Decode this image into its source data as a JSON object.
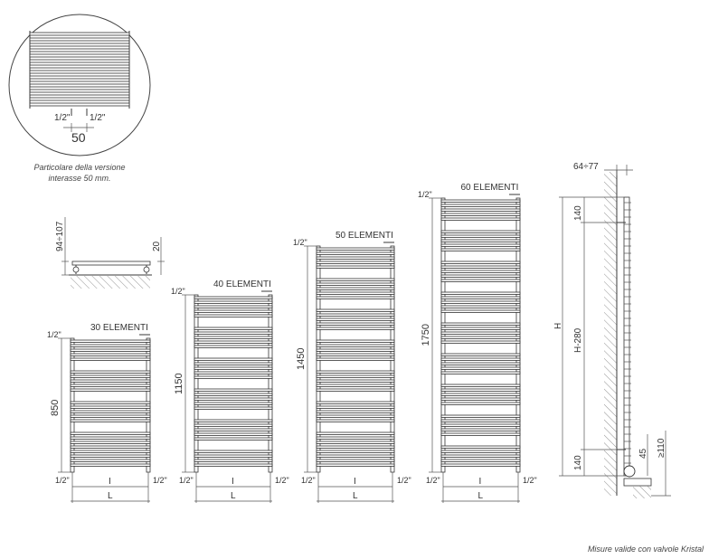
{
  "detail": {
    "label_left": "1/2\"",
    "label_right": "1/2\"",
    "spacing": "50",
    "caption_line1": "Particolare della versione",
    "caption_line2": "interasse 50 mm."
  },
  "side_view": {
    "depth_range": "94÷107",
    "offset": "20"
  },
  "radiators": [
    {
      "title": "30 ELEMENTI",
      "height": "850",
      "pipe_top": "1/2\"",
      "pipe_bottom_left": "1/2\"",
      "pipe_bottom_right": "1/2\"",
      "inner_width": "I",
      "width": "L"
    },
    {
      "title": "40 ELEMENTI",
      "height": "1150",
      "pipe_top": "1/2\"",
      "pipe_bottom_left": "1/2\"",
      "pipe_bottom_right": "1/2\"",
      "inner_width": "I",
      "width": "L"
    },
    {
      "title": "50 ELEMENTI",
      "height": "1450",
      "pipe_top": "1/2\"",
      "pipe_bottom_left": "1/2\"",
      "pipe_bottom_right": "1/2\"",
      "inner_width": "I",
      "width": "L"
    },
    {
      "title": "60 ELEMENTI",
      "height": "1750",
      "pipe_top": "1/2\"",
      "pipe_bottom_left": "1/2\"",
      "pipe_bottom_right": "1/2\"",
      "inner_width": "I",
      "width": "L"
    }
  ],
  "profile": {
    "wall_distance": "64÷77",
    "top_bracket": "140",
    "total_height": "H",
    "bracket_span": "H-280",
    "bottom_bracket": "140",
    "valve_offset": "45",
    "floor_clearance": "≥110"
  },
  "footnote": "Misure valide con valvole Kristal"
}
